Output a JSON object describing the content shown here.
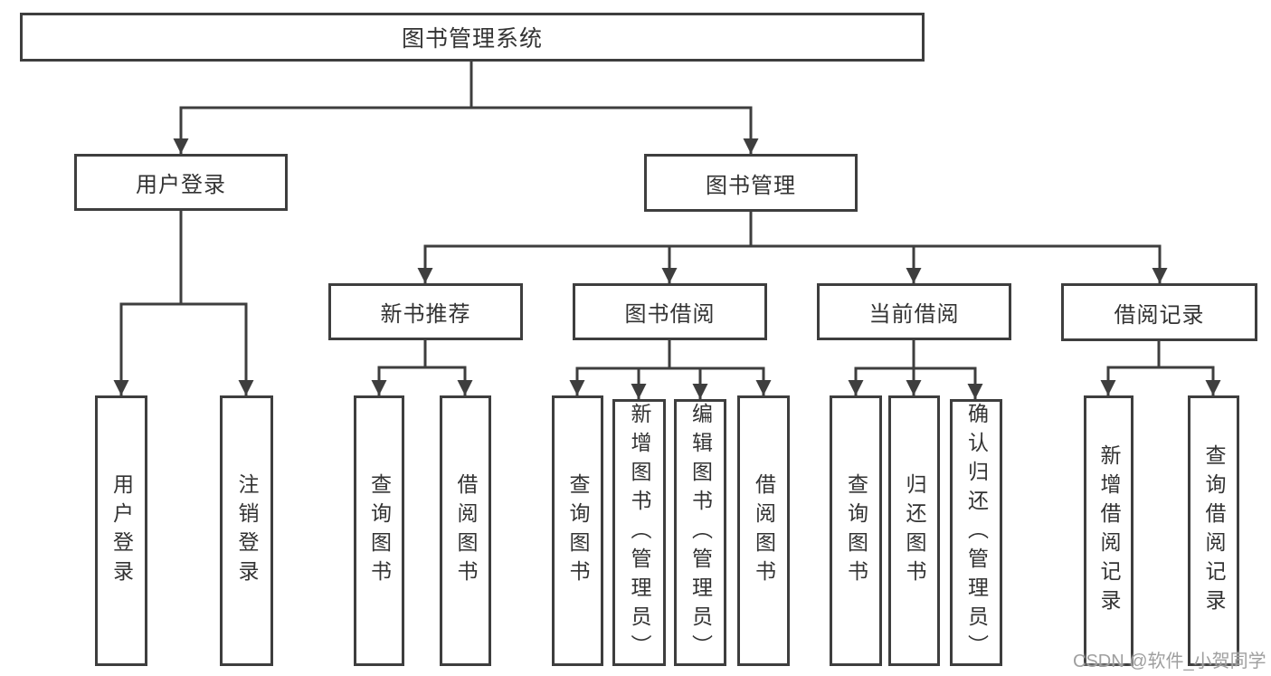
{
  "colors": {
    "line": "#3e3e3e",
    "text": "#333333",
    "watermark": "#9f9f9f",
    "background": "#ffffff"
  },
  "watermark": "CSDN @软件_小贺同学",
  "tree": {
    "root": {
      "label": "图书管理系统",
      "children": [
        {
          "label": "用户登录",
          "children": [
            {
              "label": "用户登录"
            },
            {
              "label": "注销登录"
            }
          ]
        },
        {
          "label": "图书管理",
          "children": [
            {
              "label": "新书推荐",
              "children": [
                {
                  "label": "查询图书"
                },
                {
                  "label": "借阅图书"
                }
              ]
            },
            {
              "label": "图书借阅",
              "children": [
                {
                  "label": "查询图书"
                },
                {
                  "label": "新增图书（管理员）"
                },
                {
                  "label": "编辑图书（管理员）"
                },
                {
                  "label": "借阅图书"
                }
              ]
            },
            {
              "label": "当前借阅",
              "children": [
                {
                  "label": "查询图书"
                },
                {
                  "label": "归还图书"
                },
                {
                  "label": "确认归还（管理员）"
                }
              ]
            },
            {
              "label": "借阅记录",
              "children": [
                {
                  "label": "新增借阅记录"
                },
                {
                  "label": "查询借阅记录"
                }
              ]
            }
          ]
        }
      ]
    }
  }
}
